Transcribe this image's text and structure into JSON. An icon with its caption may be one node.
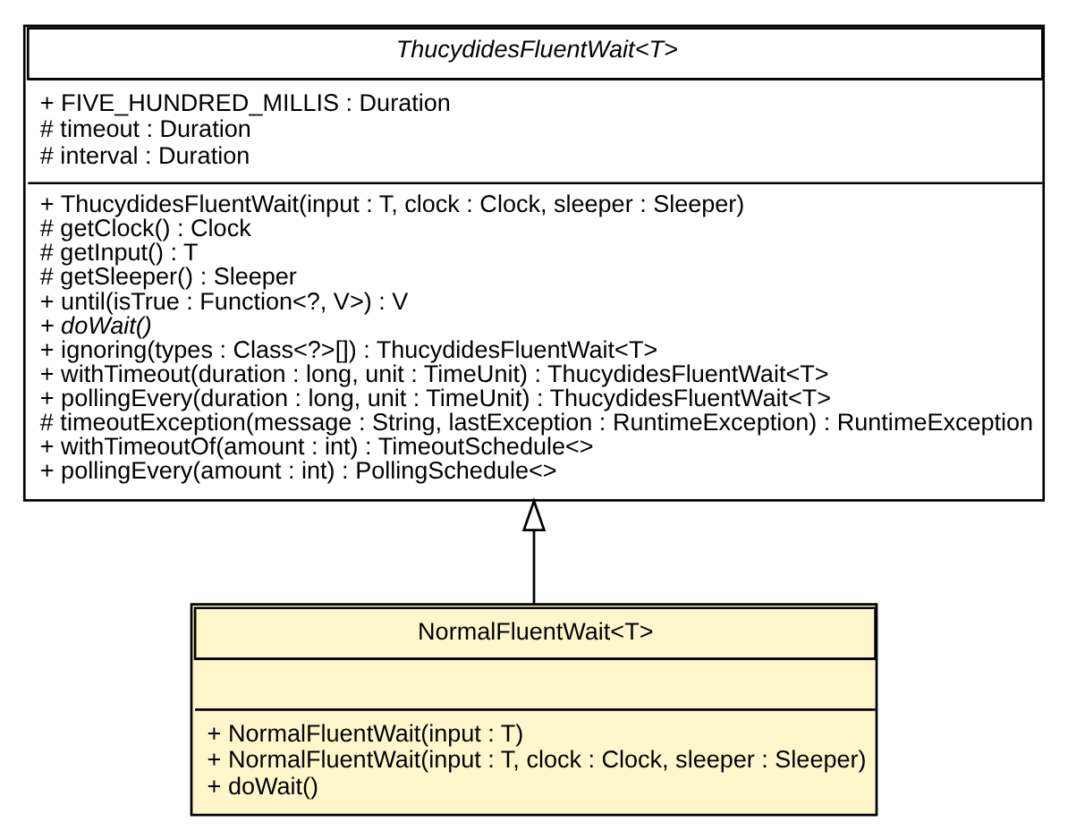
{
  "diagram": {
    "nodes": [
      {
        "text": [
          "ThucydidesFluentWait<T>",
          "+ FIVE_HUNDRED_MILLIS : Duration",
          "# timeout : Duration",
          "# interval : Duration",
          "+ ThucydidesFluentWait(input : T, clock : Clock, sleeper : Sleeper)",
          "# getClock() : Clock",
          "# getInput() : T",
          "# getSleeper() : Sleeper",
          "+ until(isTrue : Function<?, V>) : V",
          "+ doWait()",
          "+ ignoring(types : Class<?>[]) : ThucydidesFluentWait<T>",
          "+ withTimeout(duration : long, unit : TimeUnit) : ThucydidesFluentWait<T>",
          "+ pollingEvery(duration : long, unit : TimeUnit) : ThucydidesFluentWait<T>",
          "# timeoutException(message : String, lastException : RuntimeException) : RuntimeException",
          "+ withTimeoutOf(amount : int) : TimeoutSchedule<>",
          "+ pollingEvery(amount : int) : PollingSchedule<>"
        ]
      },
      {
        "text": [
          "NormalFluentWait<T>",
          "+ NormalFluentWait(input : T)",
          "+ NormalFluentWait(input : T, clock : Clock, sleeper : Sleeper)",
          "+ doWait()"
        ]
      }
    ],
    "edges": [
      {
        "from": 1,
        "to": 0,
        "arrow": "to"
      }
    ]
  }
}
